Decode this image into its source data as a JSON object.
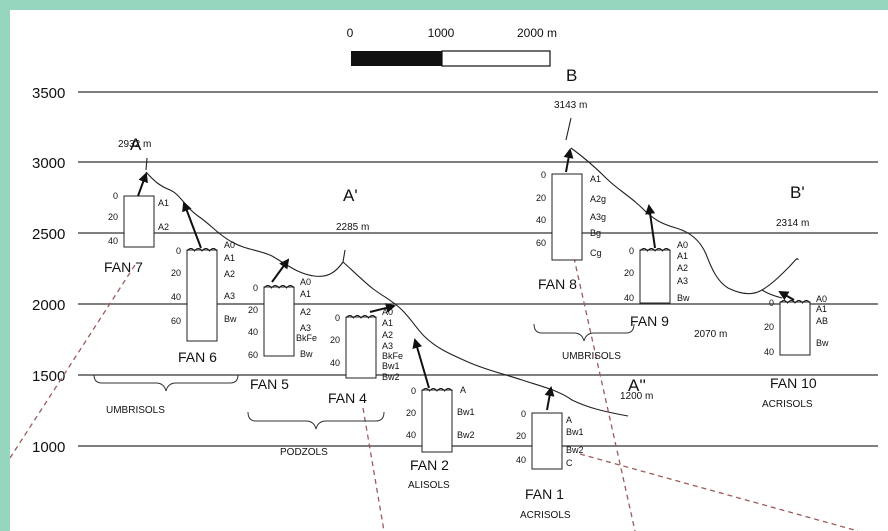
{
  "scale_bar": {
    "labels": [
      "0",
      "1000",
      "2000 m"
    ]
  },
  "y_axis": {
    "ticks": [
      "3500",
      "3000",
      "2500",
      "2000",
      "1500",
      "1000"
    ]
  },
  "points": [
    {
      "letter": "A",
      "elevation": "2932 m"
    },
    {
      "letter": "A'",
      "elevation": "2285 m"
    },
    {
      "letter": "A''",
      "elevation": "1200 m"
    },
    {
      "letter": "B",
      "elevation": "3143 m"
    },
    {
      "letter": "B'",
      "elevation": "2314 m"
    }
  ],
  "extra_elevation": "2070 m",
  "fans": [
    {
      "name": "FAN 7",
      "depths": [
        "0",
        "20",
        "40"
      ],
      "horizons": [
        "A1",
        "A2"
      ]
    },
    {
      "name": "FAN 6",
      "depths": [
        "0",
        "20",
        "40",
        "60"
      ],
      "horizons": [
        "A0",
        "A1",
        "A2",
        "A3",
        "Bw"
      ]
    },
    {
      "name": "FAN 5",
      "depths": [
        "0",
        "20",
        "40",
        "60"
      ],
      "horizons": [
        "A0",
        "A1",
        "A2",
        "A3",
        "BkFe",
        "Bw"
      ]
    },
    {
      "name": "FAN 4",
      "depths": [
        "0",
        "20",
        "40"
      ],
      "horizons": [
        "A0",
        "A1",
        "A2",
        "A3",
        "BkFe",
        "Bw1",
        "Bw2"
      ]
    },
    {
      "name": "FAN 2",
      "depths": [
        "0",
        "20",
        "40"
      ],
      "horizons": [
        "A",
        "Bw1",
        "Bw2"
      ]
    },
    {
      "name": "FAN 1",
      "depths": [
        "0",
        "20",
        "40"
      ],
      "horizons": [
        "A",
        "Bw1",
        "Bw2",
        "C"
      ]
    },
    {
      "name": "FAN 8",
      "depths": [
        "0",
        "20",
        "40",
        "60"
      ],
      "horizons": [
        "A1",
        "A2g",
        "A3g",
        "Bg",
        "Cg"
      ]
    },
    {
      "name": "FAN 9",
      "depths": [
        "0",
        "20",
        "40"
      ],
      "horizons": [
        "A0",
        "A1",
        "A2",
        "A3",
        "Bw"
      ]
    },
    {
      "name": "FAN 10",
      "depths": [
        "0",
        "20",
        "40"
      ],
      "horizons": [
        "A0",
        "A1",
        "AB",
        "Bw"
      ]
    }
  ],
  "soil_groups": {
    "umbrisols_left": "UMBRISOLS",
    "podzols": "PODZOLS",
    "alisols": "ALISOLS",
    "acrisols_fan1": "ACRISOLS",
    "umbrisols_right": "UMBRISOLS",
    "acrisols_fan10": "ACRISOLS"
  },
  "colors": {
    "frame": "#96d6bf",
    "dashed_lines": "#9c5b5b"
  }
}
